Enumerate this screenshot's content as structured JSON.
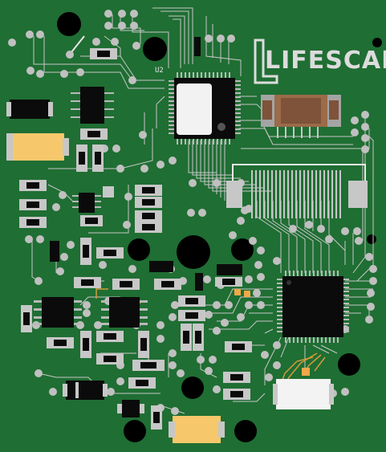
{
  "board": {
    "brand_text": "LIFESCAN",
    "refdes_u2": "U2"
  },
  "colors": {
    "board_green": "#1f6e33",
    "copper_gray": "#c8c8c8",
    "pad_gray": "#b9b9b9",
    "silk_white": "#e8e8e8",
    "ic_black": "#0b0b0b",
    "cap_yellow": "#f6c86b",
    "conn_brown": "#9b6b4a"
  },
  "icons": [
    "pcb-board"
  ]
}
